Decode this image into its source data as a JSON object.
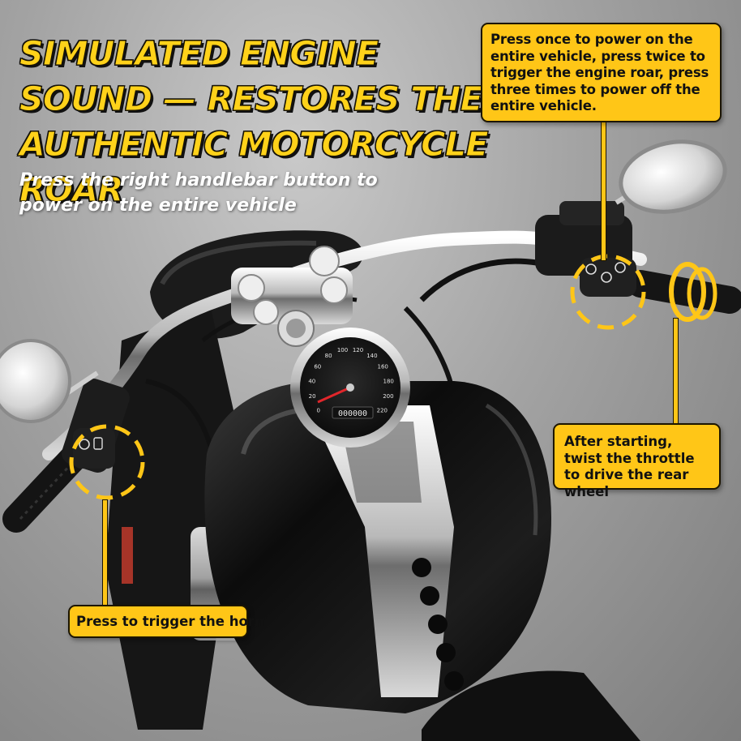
{
  "headline": "SIMULATED ENGINE SOUND — RESTORES THE AUTHENTIC MOTORCYCLE ROAR",
  "subtitle": "Press the right handlebar button to power on the entire vehicle",
  "callouts": {
    "power": "Press once to power on the entire vehicle, press twice to trigger the engine roar, press three times to power off the entire vehicle.",
    "throttle": "After starting, twist the throttle to drive the rear wheel",
    "horn": "Press to trigger the horn"
  },
  "speedometer": {
    "ticks": [
      "0",
      "20",
      "40",
      "60",
      "80",
      "100",
      "120",
      "140",
      "160",
      "180",
      "200",
      "220"
    ],
    "odometer": "000000"
  },
  "colors": {
    "accent": "#ffc617",
    "headline": "#ffd21a",
    "outline": "#1c1500",
    "tank": "#0d0d0d",
    "chrome": "#d8d8d8"
  },
  "icons": {
    "right_switch": [
      "power-icon",
      "horn-icon",
      "lights-icon"
    ],
    "left_switch": [
      "horn-icon",
      "switch-icon"
    ]
  }
}
